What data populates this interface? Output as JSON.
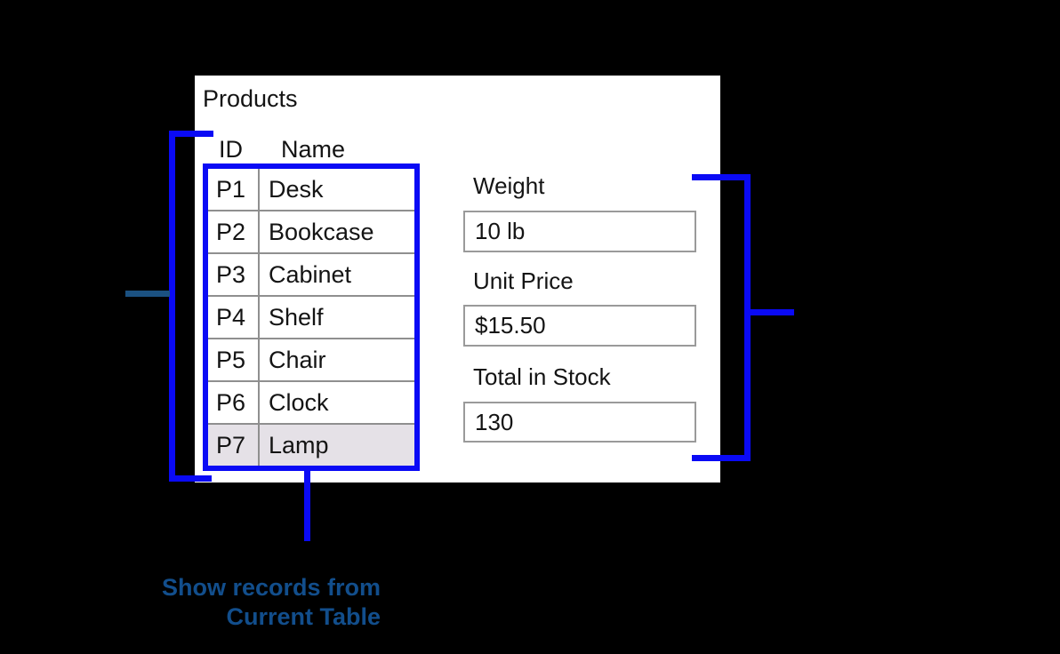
{
  "panel": {
    "title": "Products",
    "table": {
      "headers": [
        "ID",
        "Name"
      ],
      "rows": [
        {
          "id": "P1",
          "name": "Desk"
        },
        {
          "id": "P2",
          "name": "Bookcase"
        },
        {
          "id": "P3",
          "name": "Cabinet"
        },
        {
          "id": "P4",
          "name": "Shelf"
        },
        {
          "id": "P5",
          "name": "Chair"
        },
        {
          "id": "P6",
          "name": "Clock"
        },
        {
          "id": "P7",
          "name": "Lamp"
        }
      ],
      "highlighted_row_index": 6
    },
    "fields": [
      {
        "label": "Weight",
        "value": "10 lb"
      },
      {
        "label": "Unit Price",
        "value": "$15.50"
      },
      {
        "label": "Total in Stock",
        "value": "130"
      }
    ]
  },
  "caption": {
    "line1": "Show records from",
    "line2": "Current Table"
  },
  "colors": {
    "accent_blue": "#0a0af5",
    "dark_blue": "#1b5181",
    "caption_blue": "#124e8c",
    "row_highlight": "#e5e1e7"
  }
}
